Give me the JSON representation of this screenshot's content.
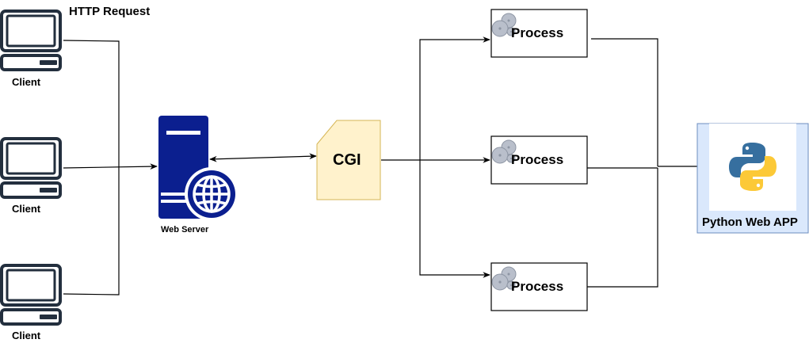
{
  "diagram": {
    "http_request_label": "HTTP Request",
    "clients": [
      {
        "label": "Client"
      },
      {
        "label": "Client"
      },
      {
        "label": "Client"
      }
    ],
    "web_server": {
      "label": "Web Server",
      "color": "#0b1f8f"
    },
    "cgi": {
      "label": "CGI",
      "fill": "#fff2cc",
      "stroke": "#d6b656"
    },
    "processes": [
      {
        "label": "Process"
      },
      {
        "label": "Process"
      },
      {
        "label": "Process"
      }
    ],
    "python_app": {
      "label": "Python Web APP",
      "fill": "#dae8fc",
      "stroke": "#6c8ebf",
      "logo_blue": "#366f9f",
      "logo_yellow": "#fcc937"
    },
    "client_icon_color": "#232f3e"
  }
}
